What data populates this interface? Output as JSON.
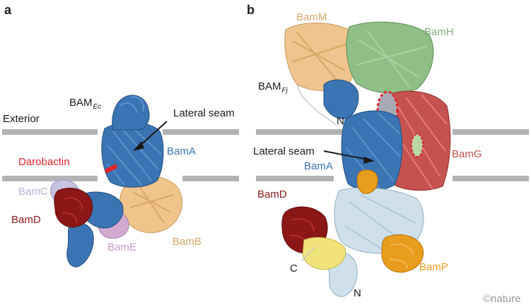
{
  "panels": {
    "a": "a",
    "b": "b"
  },
  "panel_a": {
    "complex": {
      "main": "BAM",
      "sub": "Ec"
    },
    "exterior": "Exterior",
    "lateral_seam": "Lateral seam",
    "darobactin": "Darobactin",
    "bamA": "BamA",
    "bamC": "BamC",
    "bamD": "BamD",
    "bamE": "BamE",
    "bamB": "BamB"
  },
  "panel_b": {
    "complex": {
      "main": "BAM",
      "sub": "Fj"
    },
    "bamM": "BamM",
    "bamH": "BamH",
    "n_top": "N",
    "lateral_seam": "Lateral seam",
    "bamA": "BamA",
    "bamG": "BamG",
    "bamD": "BamD",
    "c_term": "C",
    "n_bottom": "N",
    "bamP": "BamP"
  },
  "watermark": "©nature",
  "colors": {
    "bamA": "#3b74b3",
    "bamB": "#f0c48a",
    "bamC": "#b7b3d6",
    "bamD": "#8b1717",
    "bamE": "#c99cc4",
    "bamM": "#efc48e",
    "bamH": "#8fbf86",
    "bamG": "#c6524f",
    "bamP": "#e89d1c",
    "bamD_pale": "#cfe0ea",
    "yellow": "#efe37a",
    "darobactin": "#e0242a",
    "membrane": "#b3b3b3",
    "text": "#1a1a1a"
  }
}
